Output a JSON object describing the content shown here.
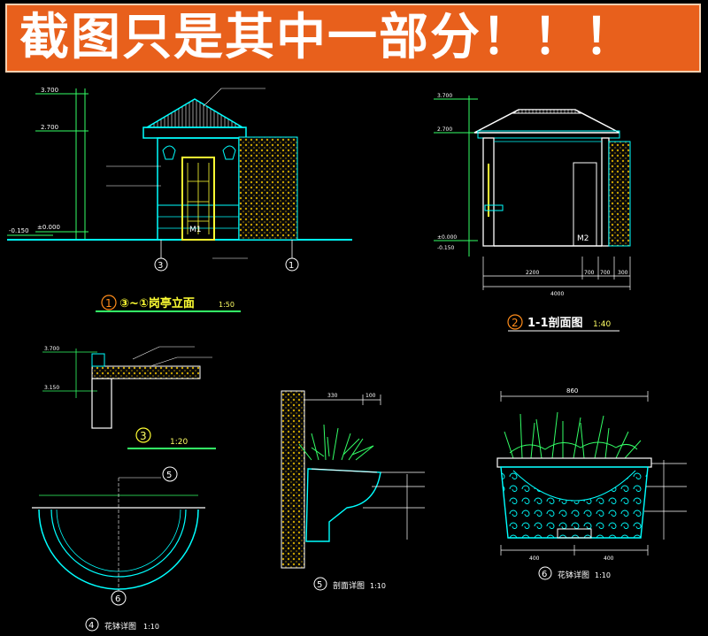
{
  "banner": {
    "text": "截图只是其中一部分！！！"
  },
  "drawings": {
    "elevation": {
      "num": "1",
      "title": "③~①岗亭立面",
      "scale": "1:50",
      "axis_left": "3",
      "axis_right": "1",
      "door_tag": "M1",
      "levels": [
        "3.700",
        "2.700",
        "±0.000",
        "-0.150"
      ]
    },
    "section": {
      "num": "2",
      "title": "1-1剖面图",
      "scale": "1:40",
      "door_tag": "M2",
      "levels": [
        "3.700",
        "2.700",
        "±0.000",
        "-0.150"
      ],
      "dims": [
        "2200",
        "700",
        "700",
        "300",
        "4000"
      ]
    },
    "detail3": {
      "num": "3",
      "scale": "1:20",
      "levels": [
        "3.700",
        "3.150"
      ]
    },
    "detail4": {
      "num": "4",
      "title": "花钵详图",
      "scale": "1:10",
      "ref_top": "5",
      "ref_bottom": "6"
    },
    "detail5": {
      "num": "5",
      "title": "剖面详图",
      "scale": "1:10",
      "dims": [
        "330",
        "100"
      ]
    },
    "detail6": {
      "num": "6",
      "title": "花钵详图",
      "scale": "1:10",
      "dims": [
        "860",
        "400",
        "400"
      ]
    }
  },
  "colors": {
    "background": "#000000",
    "banner": "#e8601c",
    "lines_cyan": "#00ffff",
    "lines_white": "#ffffff",
    "dims_green": "#33ff66",
    "accent_yellow": "#ffff33"
  }
}
